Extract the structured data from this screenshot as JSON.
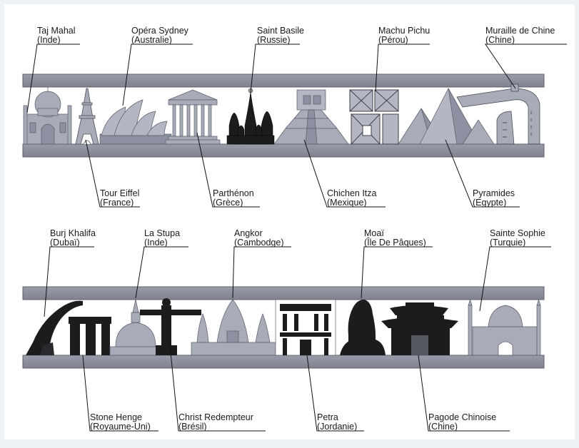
{
  "colors": {
    "beam": "#8c8e9d",
    "beam_edge": "#5f6170",
    "monument_light": "#a8abb8",
    "monument_mid": "#8d90a0",
    "monument_dark": "#1c1c1e",
    "leader": "#111111"
  },
  "top_row": {
    "above": [
      {
        "name": "Taj Mahal",
        "country": "(Inde)"
      },
      {
        "name": "Opéra Sydney",
        "country": "(Australie)"
      },
      {
        "name": "Saint Basile",
        "country": "(Russie)"
      },
      {
        "name": "Machu Pichu",
        "country": "(Pérou)"
      },
      {
        "name": "Muraille de Chine",
        "country": "(Chine)"
      }
    ],
    "below": [
      {
        "name": "Tour Eiffel",
        "country": "(France)"
      },
      {
        "name": "Parthénon",
        "country": "(Grèce)"
      },
      {
        "name": "Chichen Itza",
        "country": "(Mexique)"
      },
      {
        "name": "Pyramides",
        "country": "(Egypte)"
      }
    ]
  },
  "bottom_row": {
    "above": [
      {
        "name": "Burj Khalifa",
        "country": "(Dubaï)"
      },
      {
        "name": "La Stupa",
        "country": "(Inde)"
      },
      {
        "name": "Angkor",
        "country": "(Cambodge)"
      },
      {
        "name": "Moaï",
        "country": "(Île De Pâques)"
      },
      {
        "name": "Sainte Sophie",
        "country": "(Turquie)"
      }
    ],
    "below": [
      {
        "name": "Stone Henge",
        "country": "(Royaume-Uni)"
      },
      {
        "name": "Christ Redempteur",
        "country": "(Brésil)"
      },
      {
        "name": "Petra",
        "country": "(Jordanie)"
      },
      {
        "name": "Pagode Chinoise",
        "country": "(Chine)"
      }
    ]
  }
}
